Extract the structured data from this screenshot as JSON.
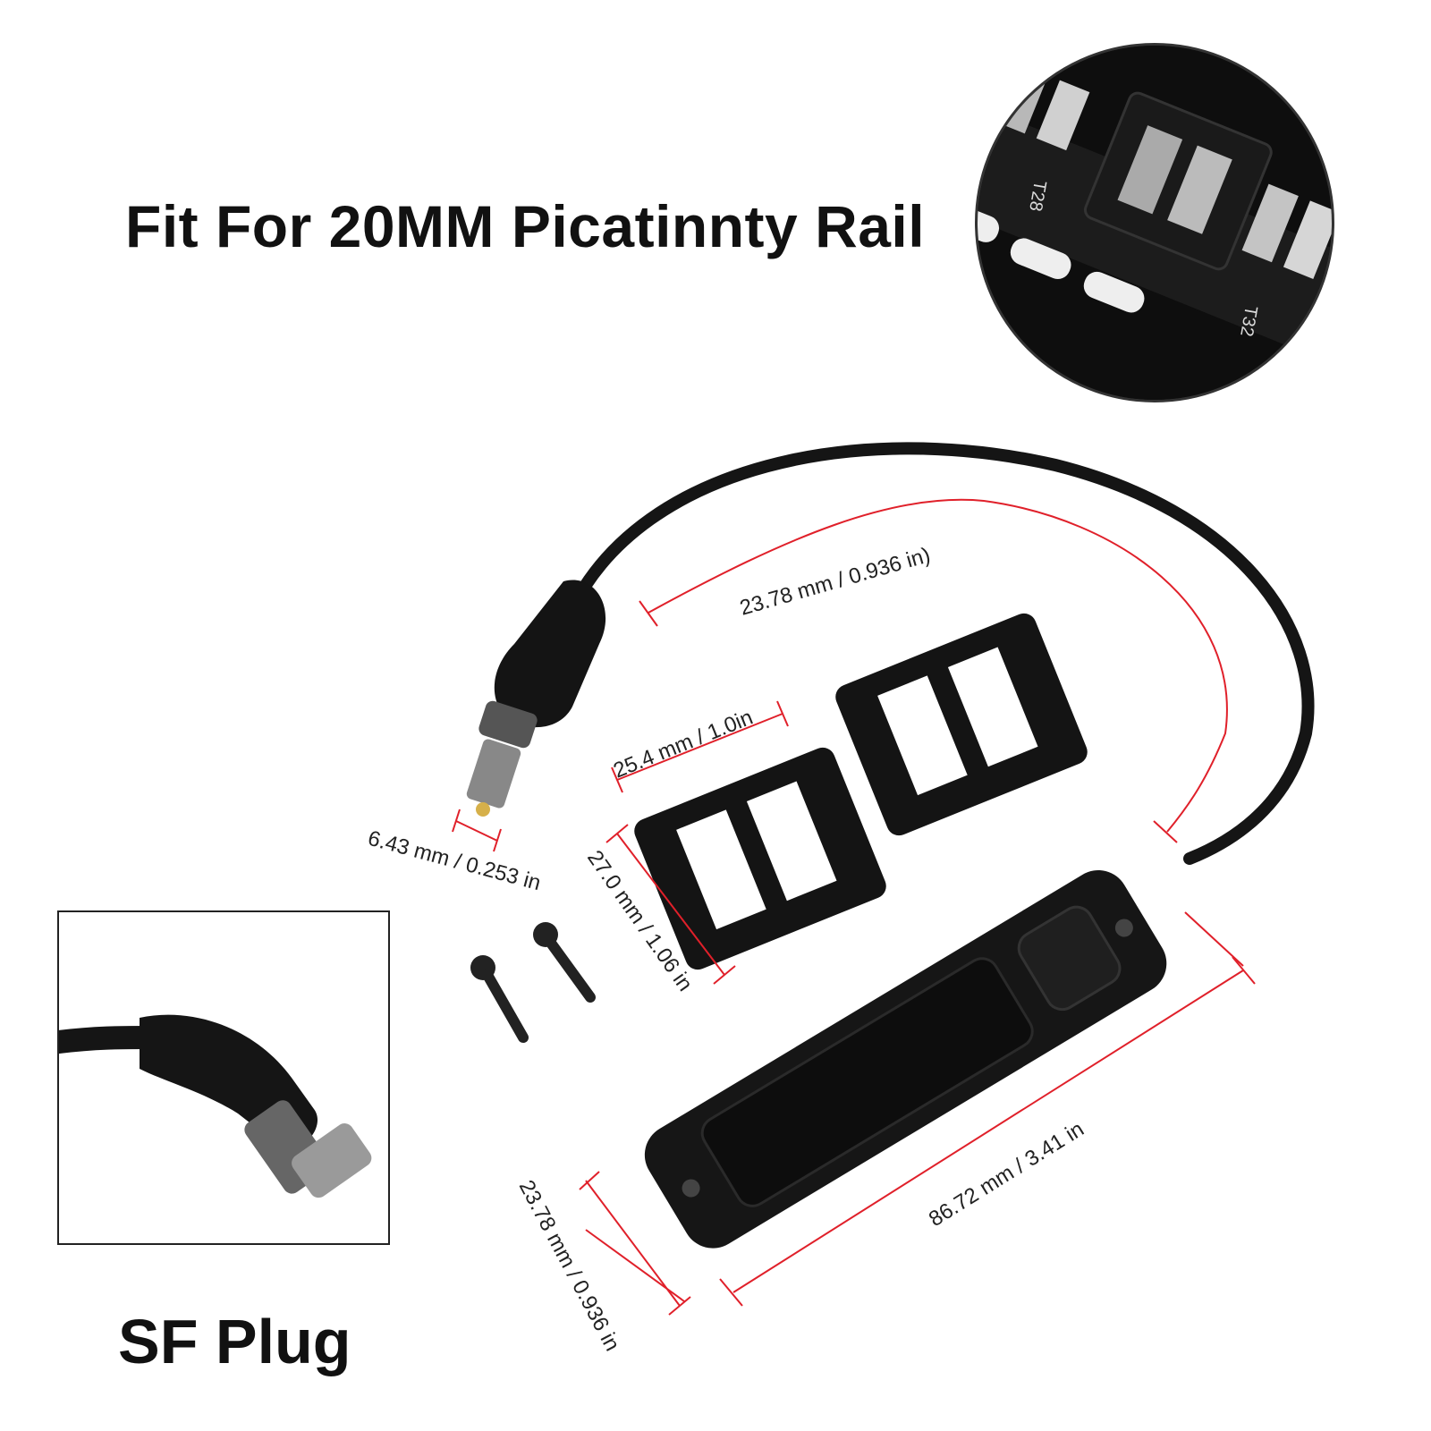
{
  "headline": "Fit For 20MM Picatinnty Rail",
  "caption": "SF Plug",
  "rail_markers": [
    "T28",
    "T32"
  ],
  "dimensions": {
    "cable_length": "23.78 mm / 0.936 in)",
    "mount_width": "25.4 mm / 1.0in",
    "mount_length": "27.0 mm / 1.06 in",
    "plug_diameter": "6.43 mm / 0.253 in",
    "switch_length": "86.72 mm / 3.41 in",
    "switch_width": "23.78 mm  / 0.936 in"
  },
  "colors": {
    "dimension_line": "#e0202a",
    "product": "#141414"
  }
}
